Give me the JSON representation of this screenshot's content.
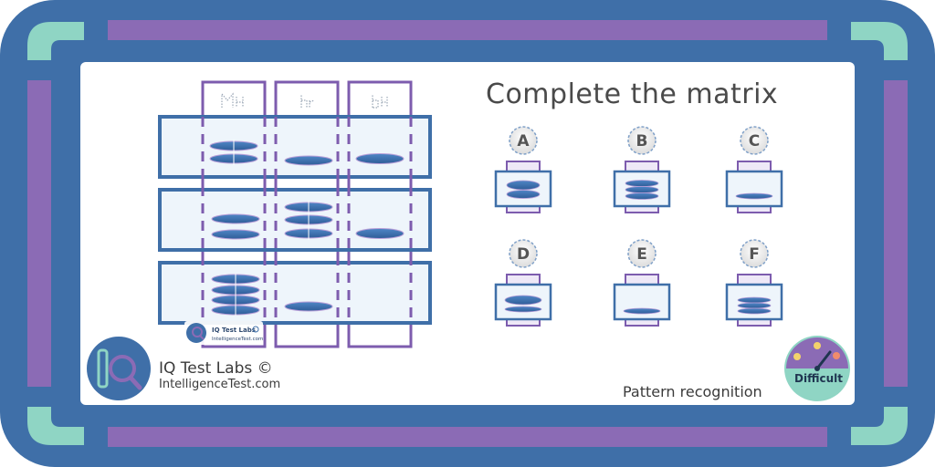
{
  "title": "Complete the matrix",
  "brand": {
    "name": "IQ Test Labs ©",
    "site": "IntelligenceTest.com",
    "watermark_name": "IQ Test Labs",
    "watermark_site": "IntelligenceTest.com"
  },
  "category": "Pattern recognition",
  "difficulty": "Difficult",
  "options": [
    "A",
    "B",
    "C",
    "D",
    "E",
    "F"
  ],
  "colors": {
    "frame_blue": "#3f6fa8",
    "frame_purple": "#8b6bb5",
    "corner_teal": "#8fd5c4",
    "cell_fill": "#eef5fb",
    "column_purple": "#7d5cae",
    "disc_blue": "#3b6fb0"
  },
  "icons": [
    "magnifier-logo-icon",
    "difficulty-gauge-icon"
  ]
}
